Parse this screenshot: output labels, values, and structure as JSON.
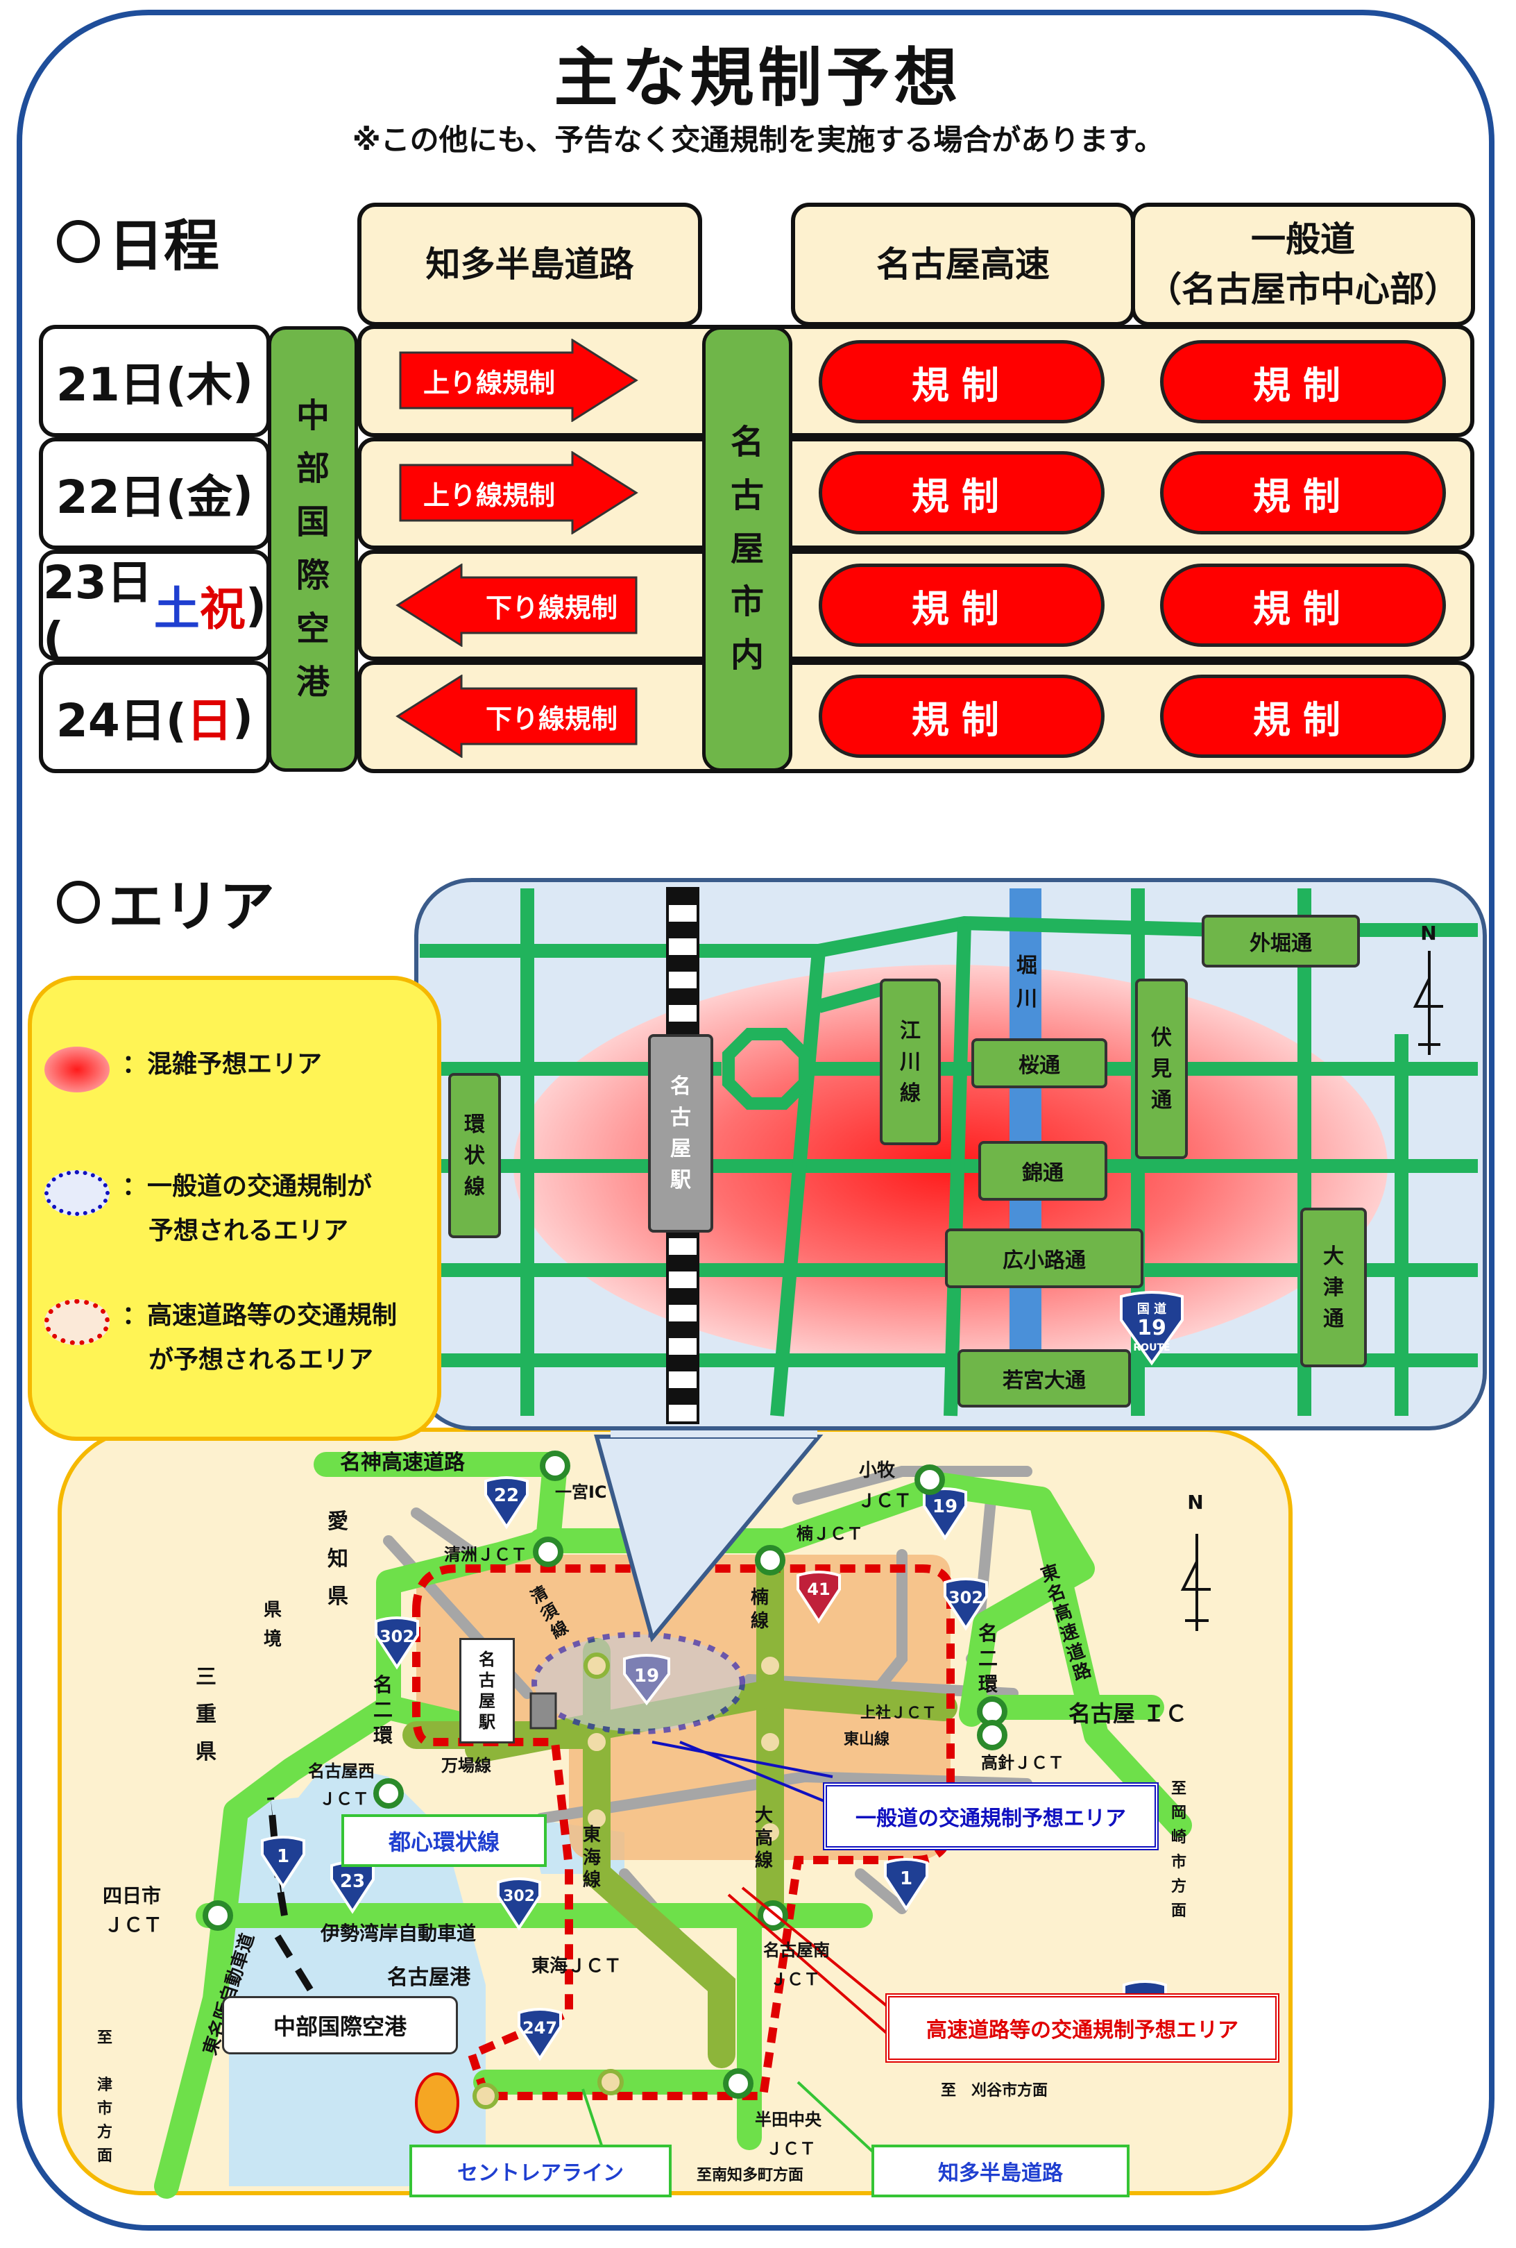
{
  "title": "主な規制予想",
  "note": "※この他にも、予告なく交通規制を実施する場合があります。",
  "schedule": {
    "heading": "日程",
    "columns": {
      "chita": "知多半島道路",
      "expressway": "名古屋高速",
      "general_line1": "一般道",
      "general_line2": "（名古屋市中心部）"
    },
    "airport_label": [
      "中",
      "部",
      "国",
      "際",
      "空",
      "港"
    ],
    "city_label": [
      "名",
      "古",
      "屋",
      "市",
      "内"
    ],
    "rows": [
      {
        "day": "21日(",
        "dow": "木",
        "close": ")",
        "dow_color": "#111111",
        "chita": "上り線規制",
        "dir": "right",
        "expressway": "規制",
        "general": "規制"
      },
      {
        "day": "22日(",
        "dow": "金",
        "close": ")",
        "dow_color": "#111111",
        "chita": "上り線規制",
        "dir": "right",
        "expressway": "規制",
        "general": "規制"
      },
      {
        "day": "23日(",
        "dow": "土",
        "dow2": "祝",
        "close": ")",
        "dow_color": "#1f3fd0",
        "dow2_color": "#e00000",
        "chita": "下り線規制",
        "dir": "left",
        "expressway": "規制",
        "general": "規制"
      },
      {
        "day": "24日(",
        "dow": "日",
        "close": ")",
        "dow_color": "#e00000",
        "chita": "下り線規制",
        "dir": "left",
        "expressway": "規制",
        "general": "規制"
      }
    ]
  },
  "area": {
    "heading": "エリア",
    "legend": {
      "congestion": "：混雑予想エリア",
      "general_1": "：一般道の交通規制が",
      "general_2": "予想されるエリア",
      "express_1": "：高速道路等の交通規制",
      "express_2": "が予想されるエリア"
    },
    "detail_map": {
      "station": [
        "名",
        "古",
        "屋",
        "駅"
      ],
      "horikawa": [
        "堀",
        "川"
      ],
      "kanjo": [
        "環",
        "状",
        "線"
      ],
      "egawa": [
        "江",
        "川",
        "線"
      ],
      "fushimi": [
        "伏",
        "見",
        "通"
      ],
      "otsu": [
        "大",
        "津",
        "通"
      ],
      "sotobori": "外堀通",
      "sakura": "桜通",
      "nishiki": "錦通",
      "hirokoji": "広小路通",
      "wakamiya": "若宮大通",
      "route19": "19",
      "route_kokudo": "国 道",
      "route_word": "ROUTE",
      "north": "N"
    },
    "overview_map": {
      "meishin": "名神高速道路",
      "ichinomiya": "一宮IC",
      "aichi": [
        "愛",
        "知",
        "県"
      ],
      "mie": [
        "三",
        "重",
        "県"
      ],
      "kenzakai": [
        "県",
        "境"
      ],
      "kiyosu": "清洲ＪＣＴ",
      "seiho": [
        "清",
        "須",
        "線"
      ],
      "nagoya_sta": [
        "名",
        "古",
        "屋",
        "駅"
      ],
      "meini": [
        "名",
        "二",
        "環"
      ],
      "meini_r": [
        "名",
        "二",
        "環"
      ],
      "komaki": "小牧",
      "komaki_jct": "ＪＣＴ",
      "kusu_jct": "楠ＪＣＴ",
      "kusu": [
        "楠",
        "線"
      ],
      "tomei": [
        "東",
        "名",
        "高",
        "速",
        "道",
        "路"
      ],
      "nagoya_ic": "名古屋 ＩＣ",
      "takabari": "高針ＪＣＴ",
      "kamiyashiro": "上社ＪＣＴ",
      "higashiyama": "東山線",
      "manba": "万場線",
      "nagoyanishi": "名古屋西",
      "nishi_jct": "ＪＣＴ",
      "toshin": "都心環状線",
      "ippan_area": "一般道の交通規制予想エリア",
      "toukai": [
        "東",
        "海",
        "線"
      ],
      "odaka": [
        "大",
        "高",
        "線"
      ],
      "to_okazaki": [
        "至",
        "岡",
        "崎",
        "市",
        "方",
        "面"
      ],
      "yokkaichi": "四日市",
      "yokkaichi_jct": "ＪＣＴ",
      "isewan": "伊勢湾岸自動車道",
      "nagoyako": "名古屋港",
      "toukai_jct": "東海ＪＣＴ",
      "nagoyaminami": "名古屋南",
      "minami_jct": "ＪＣＴ",
      "kosoku_area": "高速道路等の交通規制予想エリア",
      "higashimeihan": [
        "東",
        "名",
        "阪",
        "自",
        "動",
        "車",
        "道"
      ],
      "chubu_airport": "中部国際空港",
      "to_kariya": "至　刈谷市方面",
      "handa": "半田中央",
      "handa_jct": "ＪＣＴ",
      "to_tsu": [
        "至",
        "",
        "津",
        "市",
        "方",
        "面"
      ],
      "centrair": "セントレアライン",
      "chita_road": "知多半島道路",
      "to_minamichita": "至南知多町方面",
      "r22": "22",
      "r19": "19",
      "r41": "41",
      "r302": "302",
      "r1": "1",
      "r23": "23",
      "r247": "247",
      "north": "N"
    }
  },
  "colors": {
    "red": "#ff0000",
    "green": "#6fb649",
    "cream": "#fdf1cf",
    "frame": "#1f4e9a",
    "yellow": "#fff455"
  }
}
